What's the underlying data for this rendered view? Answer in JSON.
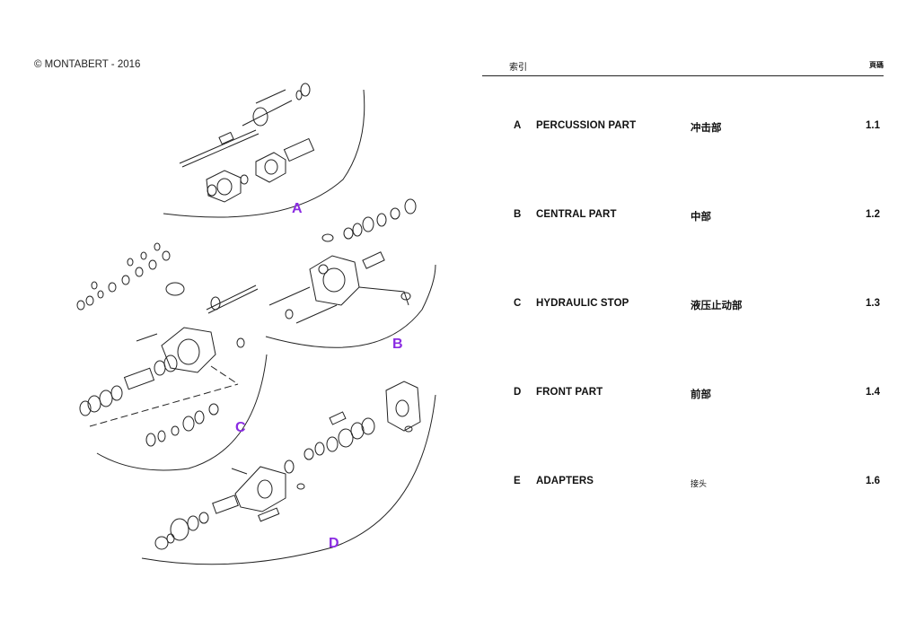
{
  "header": {
    "copyright": "© MONTABERT - 2016",
    "index_title": "索引",
    "page_col_title": "頁碼"
  },
  "sections": [
    {
      "letter": "A",
      "name": "PERCUSSION PART",
      "cn": "冲击部",
      "page": "1.1"
    },
    {
      "letter": "B",
      "name": "CENTRAL PART",
      "cn": "中部",
      "page": "1.2"
    },
    {
      "letter": "C",
      "name": "HYDRAULIC STOP",
      "cn": "液压止动部",
      "page": "1.3"
    },
    {
      "letter": "D",
      "name": "FRONT PART",
      "cn": "前部",
      "page": "1.4"
    },
    {
      "letter": "E",
      "name": "ADAPTERS",
      "cn": "接头",
      "page": "1.6"
    }
  ],
  "drawing_labels": [
    "A",
    "B",
    "C",
    "D"
  ],
  "colors": {
    "label": "#8a2be2",
    "line": "#222222"
  }
}
